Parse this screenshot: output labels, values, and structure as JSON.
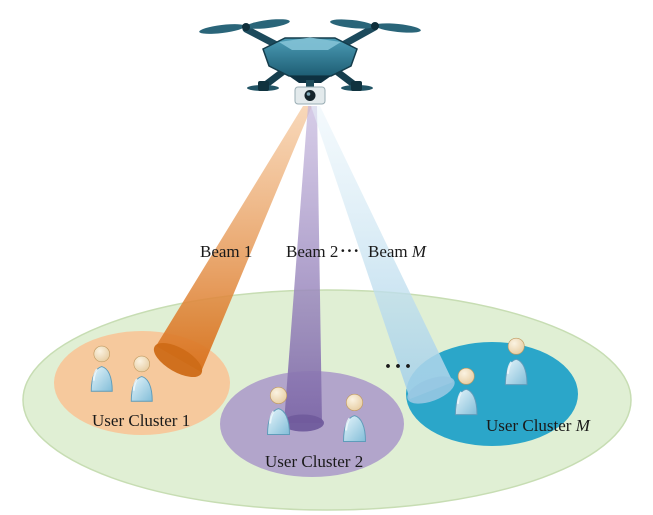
{
  "beam_labels": {
    "beam_1": "Beam 1",
    "beam_2": "Beam 2",
    "dots": "···",
    "beam_m_prefix": "Beam ",
    "beam_m_var": "M"
  },
  "cluster_labels": {
    "cluster_1": "User Cluster 1",
    "cluster_2": "User Cluster 2",
    "dots": "···",
    "cluster_m_prefix": "User Cluster ",
    "cluster_m_var": "M"
  },
  "icons": {
    "drone": "uav-quadcopter-with-camera-icon",
    "user": "person-icon"
  },
  "colors": {
    "ground": "#e0efd4",
    "ground_edge": "#c7ddb3",
    "cluster_1": "#f6c99d",
    "cluster_2": "#b2a5cb",
    "cluster_m": "#2ba6c9",
    "beam_1_top": "#f3bd8a",
    "beam_1_bottom": "#d9731f",
    "beam_1_foot": "#cd6c17",
    "beam_2_top": "#c4b6dd",
    "beam_2_bottom": "#7e69a8",
    "beam_2_foot": "#705b9c",
    "beam_m_top": "#e9f4fa",
    "beam_m_bottom": "#a6d1e8",
    "beam_m_foot": "#97c8e2",
    "drone_light": "#4c9cb6",
    "drone_dark": "#1e5e74",
    "person_head_light": "#fbf3e2",
    "person_head_dark": "#e2c493",
    "person_body_light": "#e6f5fb",
    "person_body_dark": "#82bdd8",
    "label_text": "#1a1a1a"
  }
}
